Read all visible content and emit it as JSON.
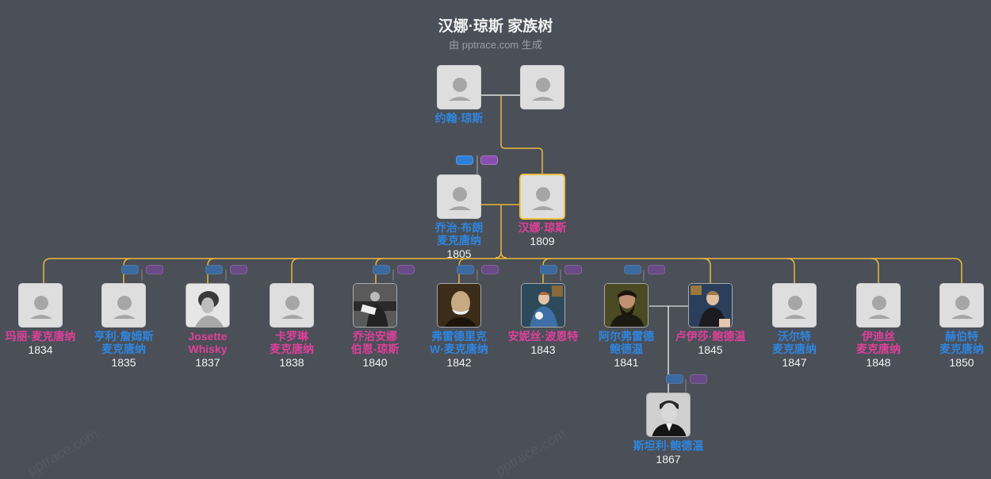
{
  "header": {
    "title": "汉娜·琼斯 家族树",
    "subtitle": "由 pptrace.com 生成"
  },
  "colors": {
    "background": "#4a4f58",
    "male": "#2f86e0",
    "female": "#e0409a",
    "focus_border": "#f0c040",
    "line_gold": "#e8b83a",
    "line_white": "#ffffff"
  },
  "generation_1": {
    "father": {
      "name": "约翰·琼斯",
      "year": "",
      "gender": "male",
      "photo": "silhouette-icon"
    },
    "mother": {
      "name": "",
      "year": "",
      "gender": "female",
      "photo": "silhouette-icon"
    }
  },
  "generation_2": {
    "husband": {
      "name_line1": "乔治·布朗",
      "name_line2": "麦克唐纳",
      "year": "1805",
      "gender": "male",
      "photo": "silhouette-icon"
    },
    "focus": {
      "name": "汉娜·琼斯",
      "year": "1809",
      "gender": "female",
      "photo": "silhouette-icon"
    }
  },
  "children": [
    {
      "name_line1": "玛丽·麦克唐纳",
      "name_line2": "",
      "year": "1834",
      "gender": "female",
      "photo": "silhouette-icon"
    },
    {
      "name_line1": "亨利·詹姆斯",
      "name_line2": "麦克唐纳",
      "year": "1835",
      "gender": "male",
      "photo": "silhouette-icon"
    },
    {
      "name_line1": "Josette",
      "name_line2": "Whisky",
      "year": "1837",
      "gender": "female",
      "photo": "portrait-photo"
    },
    {
      "name_line1": "卡罗琳",
      "name_line2": "麦克唐纳",
      "year": "1838",
      "gender": "female",
      "photo": "silhouette-icon"
    },
    {
      "name_line1": "乔治安娜",
      "name_line2": "伯恩-琼斯",
      "year": "1840",
      "gender": "female",
      "photo": "portrait-photo"
    },
    {
      "name_line1": "弗雷德里克",
      "name_line2": "W·麦克唐纳",
      "year": "1842",
      "gender": "male",
      "photo": "portrait-photo"
    },
    {
      "name_line1": "安妮丝·波恩特",
      "name_line2": "",
      "year": "1843",
      "gender": "female",
      "photo": "portrait-painting"
    },
    {
      "name_line1": "卢伊莎·鲍德温",
      "name_line2": "",
      "year": "1845",
      "gender": "female",
      "photo": "portrait-painting"
    },
    {
      "name_line1": "沃尔特",
      "name_line2": "麦克唐纳",
      "year": "1847",
      "gender": "male",
      "photo": "silhouette-icon"
    },
    {
      "name_line1": "伊迪丝",
      "name_line2": "麦克唐纳",
      "year": "1848",
      "gender": "female",
      "photo": "silhouette-icon"
    },
    {
      "name_line1": "赫伯特",
      "name_line2": "麦克唐纳",
      "year": "1850",
      "gender": "male",
      "photo": "silhouette-icon"
    }
  ],
  "spouse": {
    "name_line1": "阿尔弗雷德",
    "name_line2": "鲍德温",
    "year": "1841",
    "gender": "male",
    "photo": "portrait-painting"
  },
  "grandchild": {
    "name": "斯坦利·鲍德温",
    "year": "1867",
    "gender": "male",
    "photo": "portrait-photo"
  },
  "watermarks": [
    "pptrace.com",
    "pptrace.com"
  ]
}
